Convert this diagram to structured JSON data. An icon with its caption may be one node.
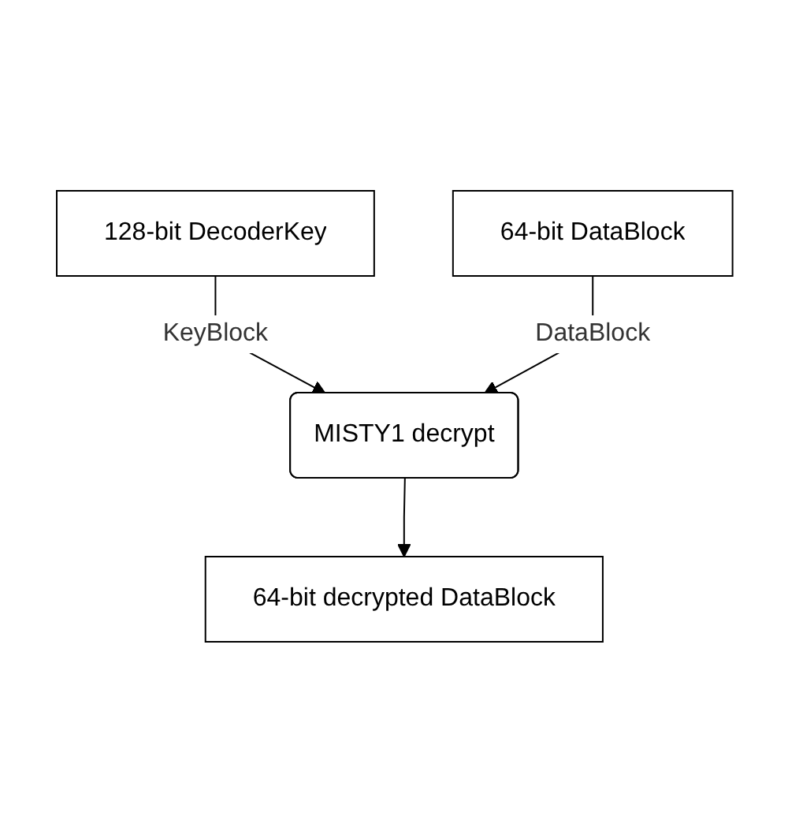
{
  "diagram": {
    "nodes": [
      {
        "text": [
          "128-bit DecoderKey"
        ]
      },
      {
        "text": [
          "64-bit DataBlock"
        ]
      },
      {
        "text": [
          "MISTY1 decrypt"
        ]
      },
      {
        "text": [
          "64-bit decrypted DataBlock"
        ]
      }
    ],
    "edges": [
      {
        "from": 0,
        "to": 2,
        "arrow": "to",
        "label": "KeyBlock"
      },
      {
        "from": 1,
        "to": 2,
        "arrow": "to",
        "label": "DataBlock"
      },
      {
        "from": 2,
        "to": 3,
        "arrow": "to"
      }
    ]
  }
}
